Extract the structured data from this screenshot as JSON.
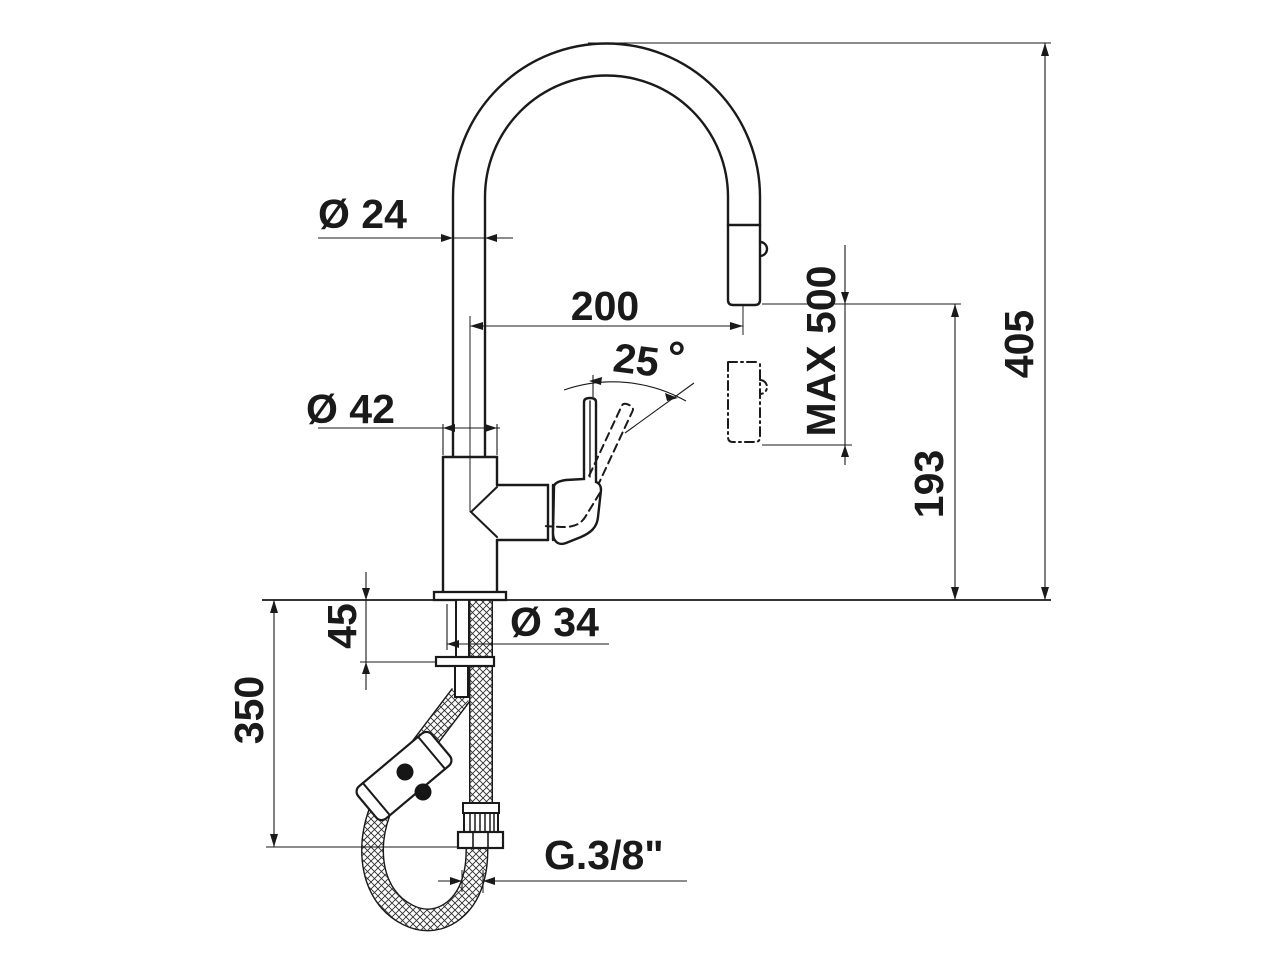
{
  "drawing": {
    "type": "faucet-technical-dimension-drawing",
    "colors": {
      "background": "#ffffff",
      "line": "#1a1a1a"
    },
    "dimensions": {
      "spout_tube_diameter": {
        "label": "Ø 24"
      },
      "spout_reach": {
        "label": "200"
      },
      "handle_angle": {
        "label": "25"
      },
      "handle_angle_degree": {
        "label": "°"
      },
      "body_diameter": {
        "label": "Ø 42"
      },
      "hose_max_extension": {
        "label": "MAX 500"
      },
      "spout_outlet_height": {
        "label": "193"
      },
      "total_height": {
        "label": "405"
      },
      "max_deck_thickness": {
        "label": "45"
      },
      "mounting_hole_diameter": {
        "label": "Ø 34"
      },
      "hose_length_below_deck": {
        "label": "350"
      },
      "supply_connection_thread": {
        "label": "G.3/8\""
      }
    }
  }
}
